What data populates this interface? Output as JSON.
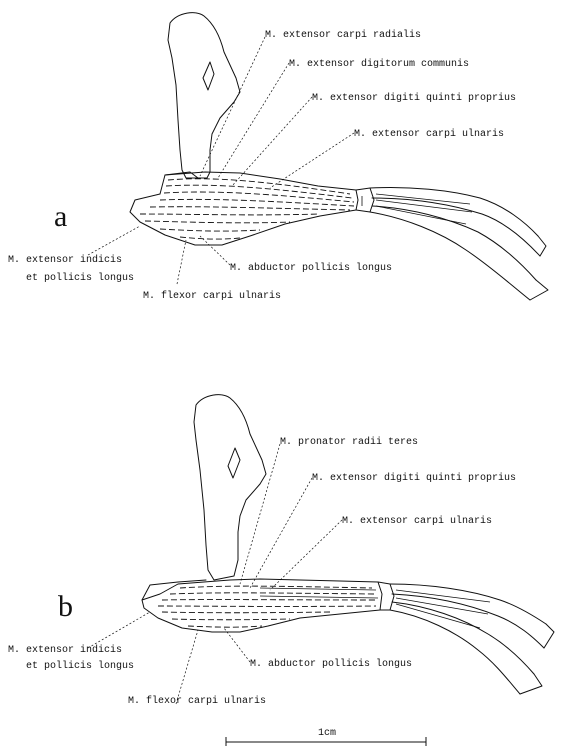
{
  "figure": {
    "panels": [
      {
        "letter": "a",
        "labels": [
          "M. extensor carpi radialis",
          "M. extensor digitorum communis",
          "M. extensor digiti quinti proprius",
          "M. extensor carpi ulnaris",
          "M. extensor indicis",
          "et pollicis longus",
          "M. abductor pollicis longus",
          "M. flexor carpi ulnaris"
        ]
      },
      {
        "letter": "b",
        "labels": [
          "M. pronator radii teres",
          "M. extensor digiti quinti proprius",
          "M. extensor carpi ulnaris",
          "M. extensor indicis",
          "et pollicis longus",
          "M. abductor pollicis longus",
          "M. flexor carpi ulnaris"
        ]
      }
    ],
    "scale_bar": {
      "label": "1cm"
    }
  }
}
